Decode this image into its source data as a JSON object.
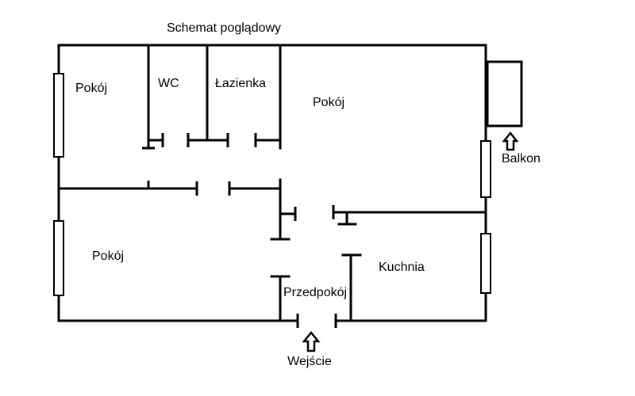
{
  "title": "Schemat poglądowy",
  "rooms": {
    "room_top_left": "Pokój",
    "wc": "WC",
    "bathroom": "Łazienka",
    "room_top_right": "Pokój",
    "room_bottom_left": "Pokój",
    "hallway": "Przedpokój",
    "kitchen": "Kuchnia"
  },
  "markers": {
    "balcony": "Balkon",
    "entrance": "Wejście"
  }
}
